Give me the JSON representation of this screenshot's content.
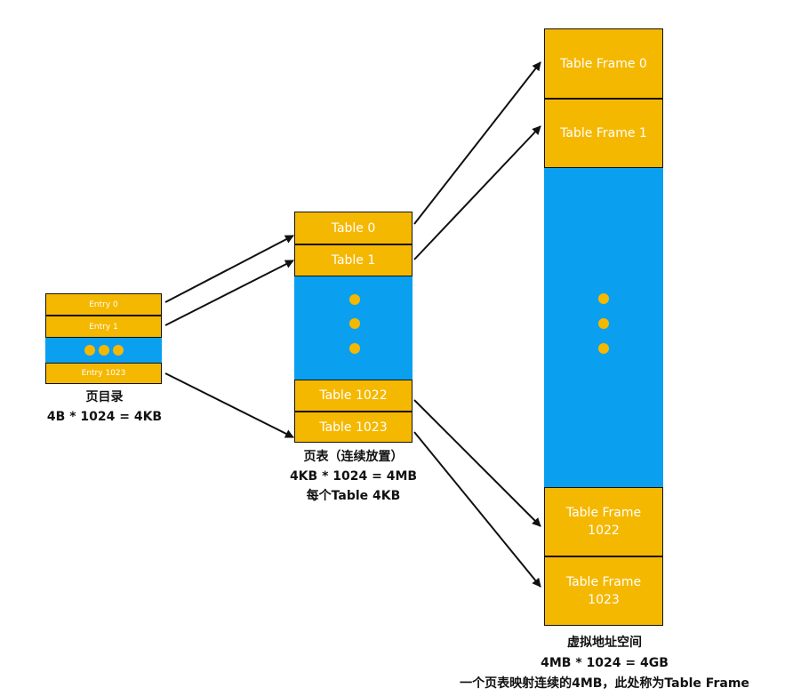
{
  "page_directory": {
    "entries": [
      "Entry 0",
      "Entry 1",
      "Entry 1023"
    ],
    "caption_lines": [
      "页目录",
      "4B * 1024 = 4KB"
    ]
  },
  "page_table": {
    "entries": [
      "Table 0",
      "Table 1",
      "Table 1022",
      "Table 1023"
    ],
    "caption_lines": [
      "页表（连续放置）",
      "4KB * 1024 = 4MB",
      "每个Table 4KB"
    ]
  },
  "virtual_space": {
    "frames": [
      "Table Frame 0",
      "Table Frame 1",
      "Table Frame\n1022",
      "Table Frame\n1023"
    ],
    "caption_lines": [
      "虚拟地址空间",
      "4MB * 1024 = 4GB",
      "一个页表映射连续的4MB，此处称为Table Frame"
    ]
  },
  "colors": {
    "entry_fill": "#f5b800",
    "gap_fill": "#0aa0ef",
    "border": "#111111",
    "arrow": "#111111"
  }
}
